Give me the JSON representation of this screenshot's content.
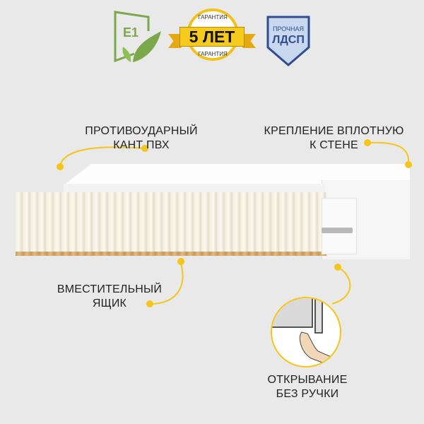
{
  "badges": {
    "e1": {
      "text": "E1",
      "color": "#7aa84a"
    },
    "warranty": {
      "main": "5 ЛЕТ",
      "arc_top": "ГАРАНТИЯ",
      "arc_bottom": "ГАРАНТИЯ",
      "color": "#f2c21a"
    },
    "material": {
      "line1": "ПРОЧНАЯ",
      "line2": "ЛДСП",
      "color": "#2f4d8f"
    }
  },
  "callouts": {
    "edge": [
      "ПРОТИВОУДАРНЫЙ",
      "КАНТ ПВХ"
    ],
    "mount": [
      "КРЕПЛЕНИЕ ВПЛОТНУЮ",
      "К СТЕНЕ"
    ],
    "drawer": [
      "ВМЕСТИТЕЛЬНЫЙ",
      "ЯЩИК"
    ],
    "opening": [
      "ОТКРЫВАНИЕ",
      "БЕЗ РУЧКИ"
    ]
  },
  "accent_color": "#f5c518"
}
